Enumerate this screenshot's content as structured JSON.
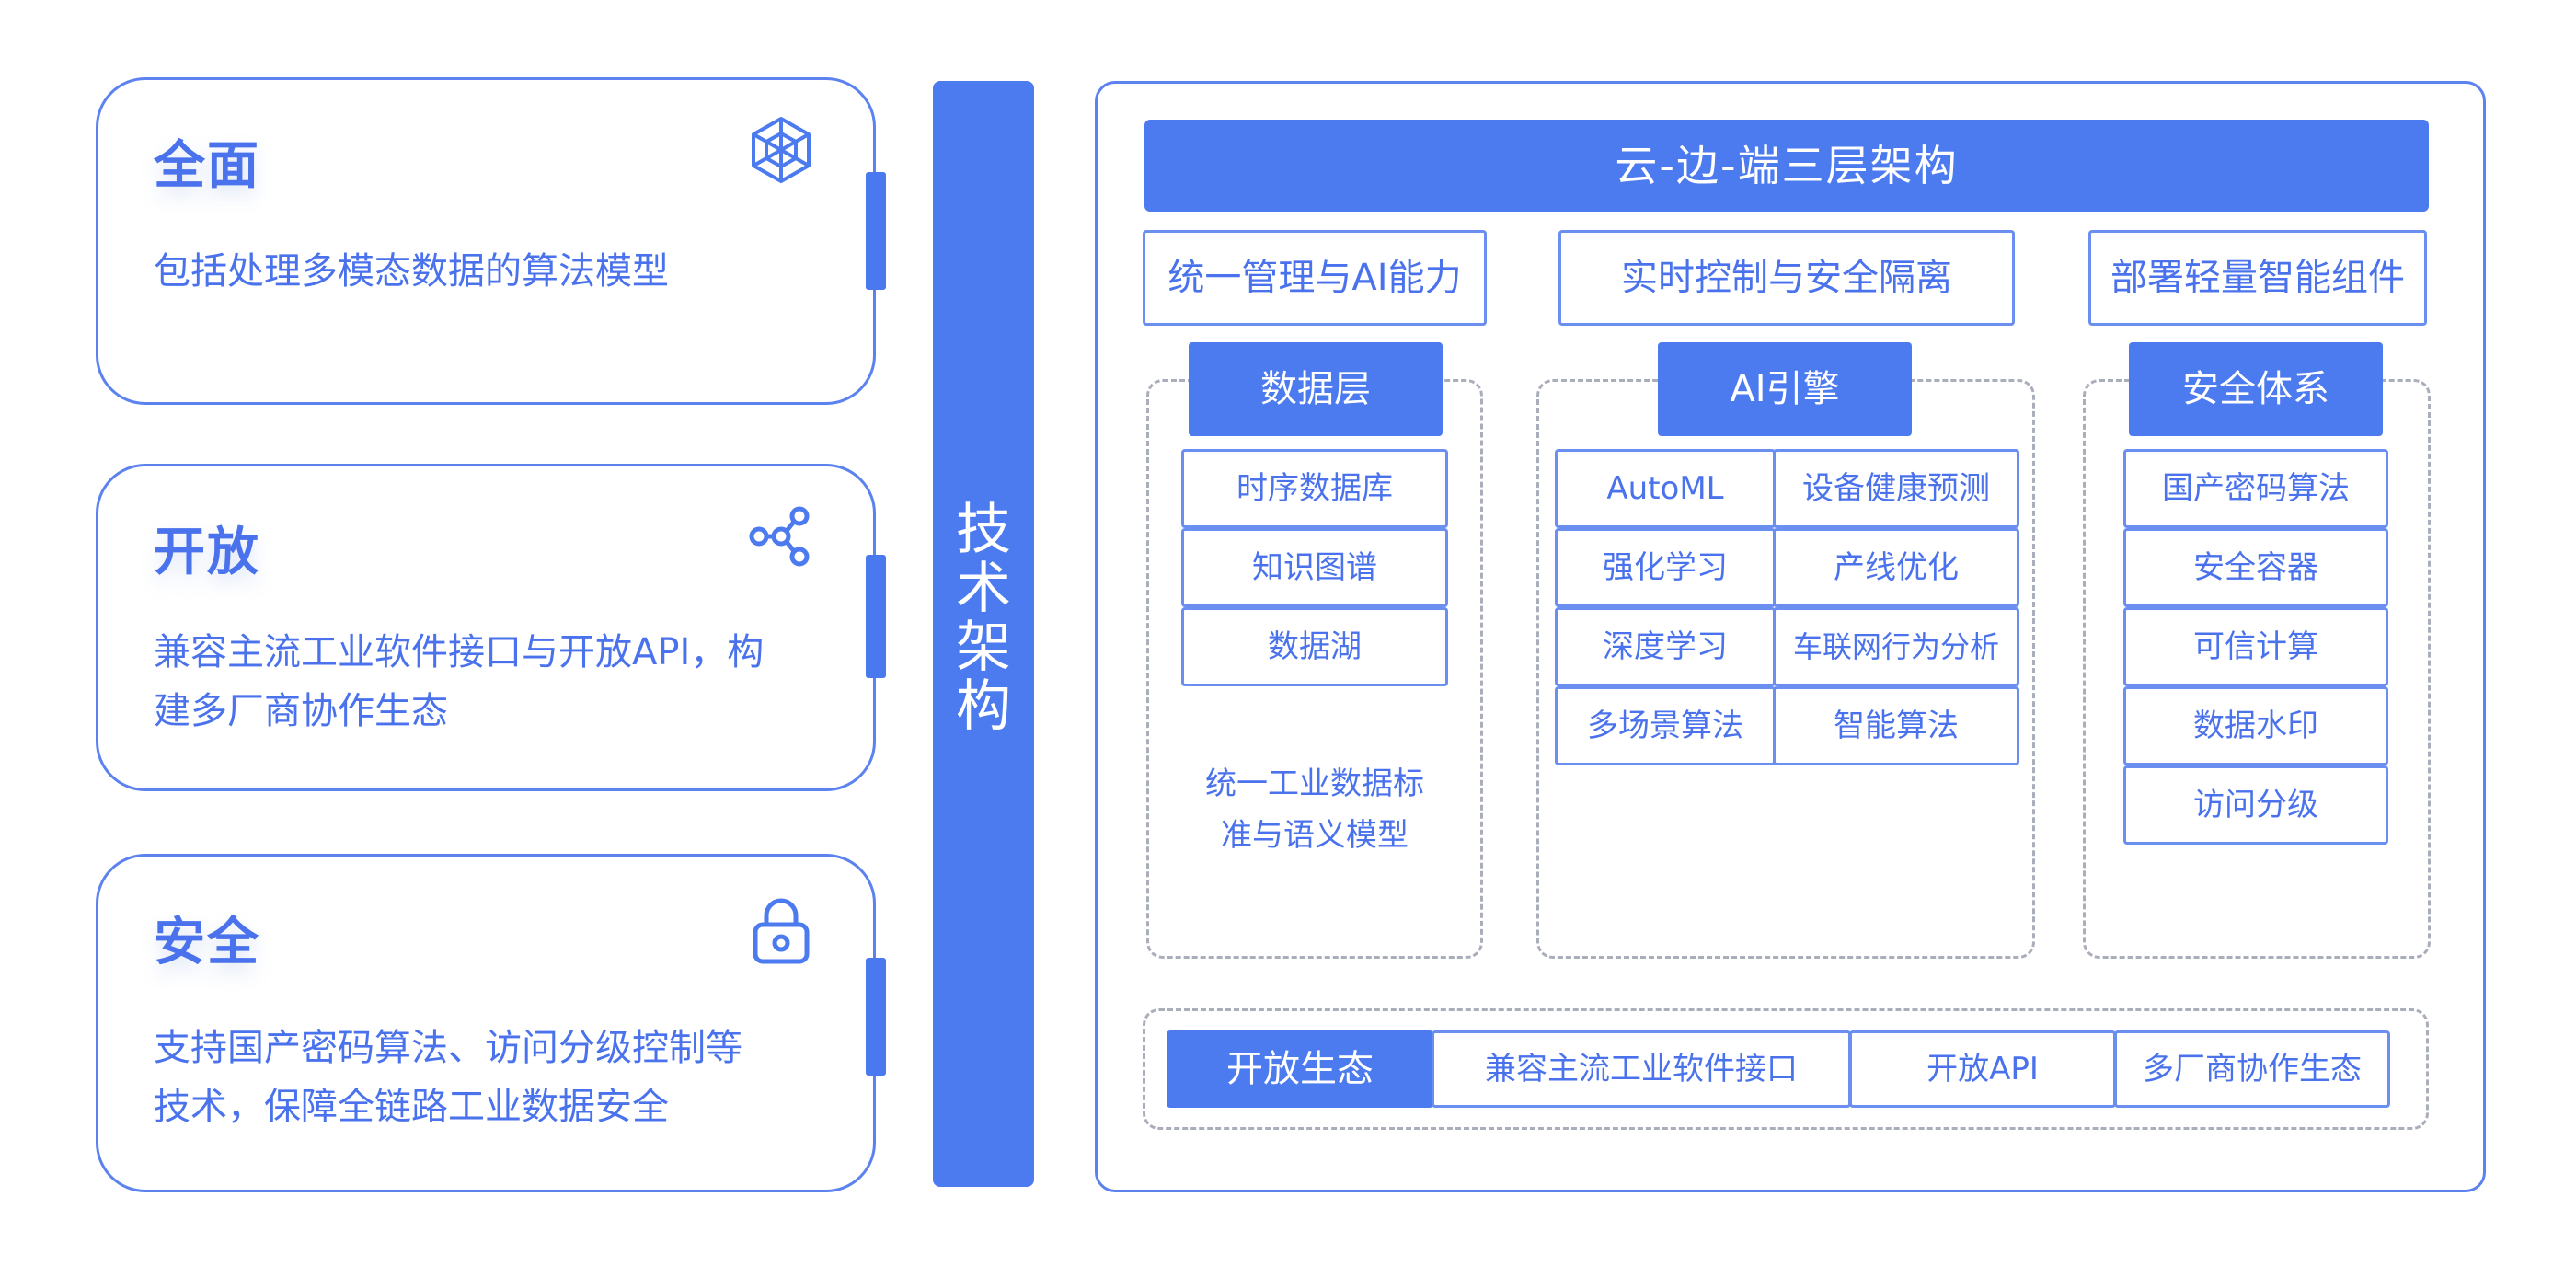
{
  "features": [
    {
      "title": "全面",
      "icon": "cube-network-icon",
      "desc": [
        "包括处理多模态数据的算法模型"
      ]
    },
    {
      "title": "开放",
      "icon": "share-icon",
      "desc": [
        "兼容主流工业软件接口与开放API，构",
        "建多厂商协作生态"
      ]
    },
    {
      "title": "安全",
      "icon": "lock-icon",
      "desc": [
        "支持国产密码算法、访问分级控制等",
        "技术，保障全链路工业数据安全"
      ]
    }
  ],
  "vertical_label": [
    "技",
    "术",
    "架",
    "构"
  ],
  "architecture": {
    "banner": "云-边-端三层架构",
    "tiers": [
      "统一管理与AI能力",
      "实时控制与安全隔离",
      "部署轻量智能组件"
    ],
    "data_layer": {
      "title": "数据层",
      "items": [
        "时序数据库",
        "知识图谱",
        "数据湖"
      ],
      "note": [
        "统一工业数据标",
        "准与语义模型"
      ]
    },
    "ai_engine": {
      "title": "AI引擎",
      "items": [
        [
          "AutoML",
          "设备健康预测"
        ],
        [
          "强化学习",
          "产线优化"
        ],
        [
          "深度学习",
          "车联网行为分析"
        ],
        [
          "多场景算法",
          "智能算法"
        ]
      ]
    },
    "security": {
      "title": "安全体系",
      "items": [
        "国产密码算法",
        "安全容器",
        "可信计算",
        "数据水印",
        "访问分级"
      ]
    },
    "ecosystem": {
      "title": "开放生态",
      "items": [
        "兼容主流工业软件接口",
        "开放API",
        "多厂商协作生态"
      ]
    }
  },
  "colors": {
    "accent": "#4c7aef",
    "border": "#5b82ee",
    "dashed": "#a9aeba"
  }
}
